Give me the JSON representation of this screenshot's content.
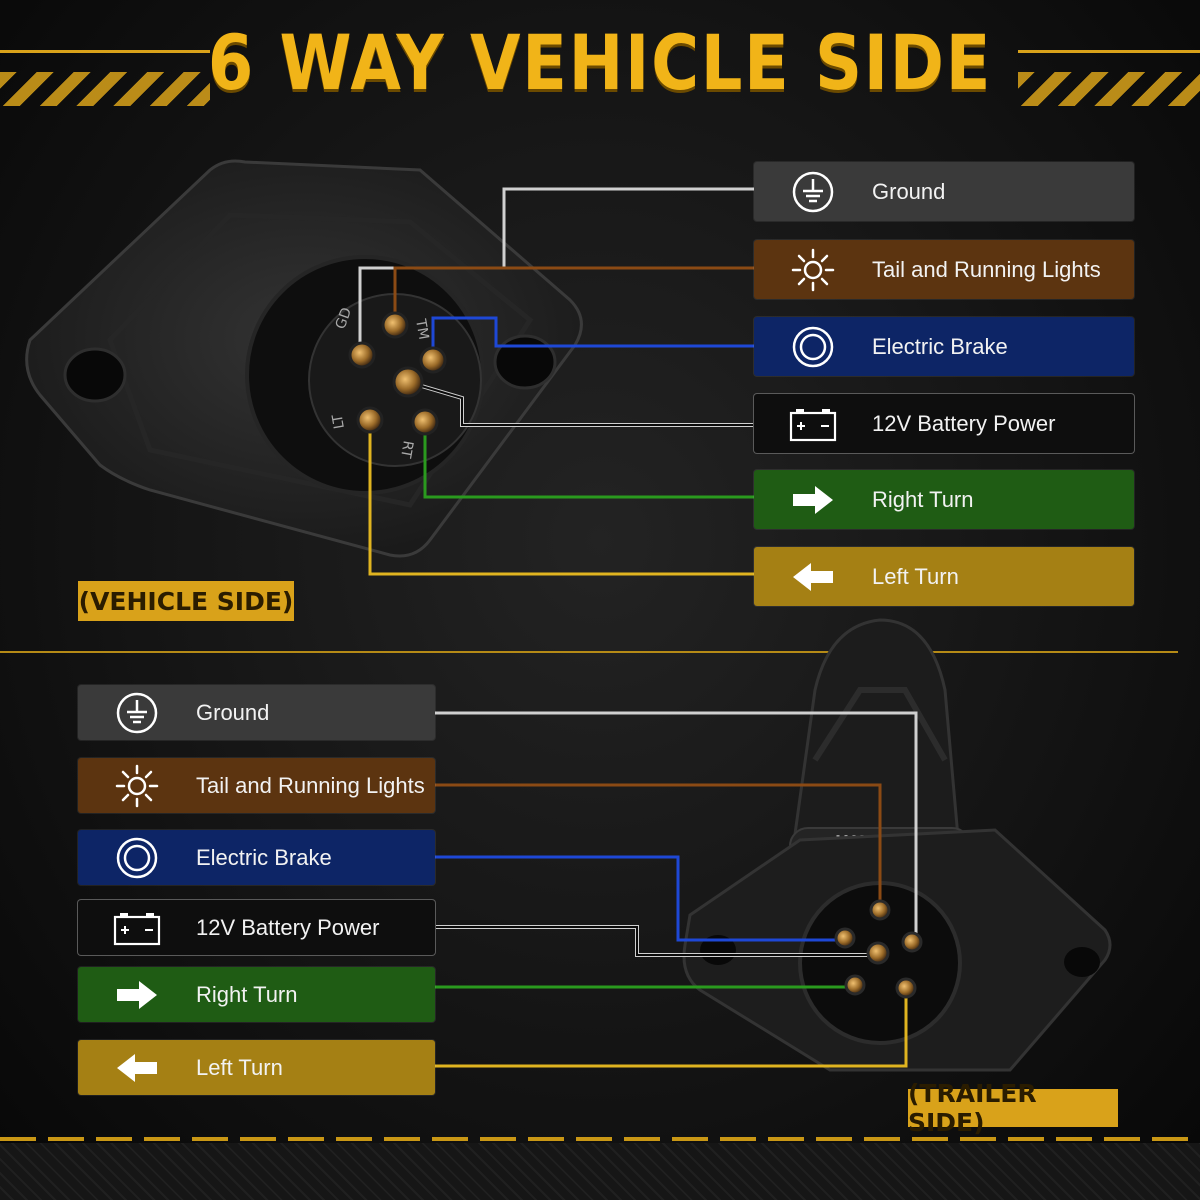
{
  "title": "6 WAY VEHICLE SIDE",
  "vehicle_side": {
    "tag": "(VEHICLE SIDE)",
    "pin_marks": [
      "TM",
      "GD",
      "LT",
      "RT"
    ],
    "legend": [
      {
        "key": "ground",
        "label": "Ground",
        "icon": "ground-icon",
        "wire_color": "#d0d0d0"
      },
      {
        "key": "tail",
        "label": "Tail and Running Lights",
        "icon": "sun-icon",
        "wire_color": "#8b4a14"
      },
      {
        "key": "brake",
        "label": "Electric Brake",
        "icon": "ring-icon",
        "wire_color": "#1e48d6"
      },
      {
        "key": "battery",
        "label": "12V Battery Power",
        "icon": "battery-icon",
        "wire_color": "#111111"
      },
      {
        "key": "right",
        "label": "Right Turn",
        "icon": "arrow-right-icon",
        "wire_color": "#2a9a1e"
      },
      {
        "key": "left",
        "label": "Left Turn",
        "icon": "arrow-left-icon",
        "wire_color": "#e0b420"
      }
    ]
  },
  "trailer_side": {
    "tag": "(TRAILER SIDE)",
    "legend": [
      {
        "key": "ground",
        "label": "Ground",
        "icon": "ground-icon",
        "wire_color": "#d0d0d0"
      },
      {
        "key": "tail",
        "label": "Tail and Running Lights",
        "icon": "sun-icon",
        "wire_color": "#8b4a14"
      },
      {
        "key": "brake",
        "label": "Electric Brake",
        "icon": "ring-icon",
        "wire_color": "#1e48d6"
      },
      {
        "key": "battery",
        "label": "12V Battery Power",
        "icon": "battery-icon",
        "wire_color": "#111111"
      },
      {
        "key": "right",
        "label": "Right Turn",
        "icon": "arrow-right-icon",
        "wire_color": "#2a9a1e"
      },
      {
        "key": "left",
        "label": "Left Turn",
        "icon": "arrow-left-icon",
        "wire_color": "#e0b420"
      }
    ]
  },
  "colors": {
    "accent": "#f1b418",
    "background": "#121212"
  }
}
